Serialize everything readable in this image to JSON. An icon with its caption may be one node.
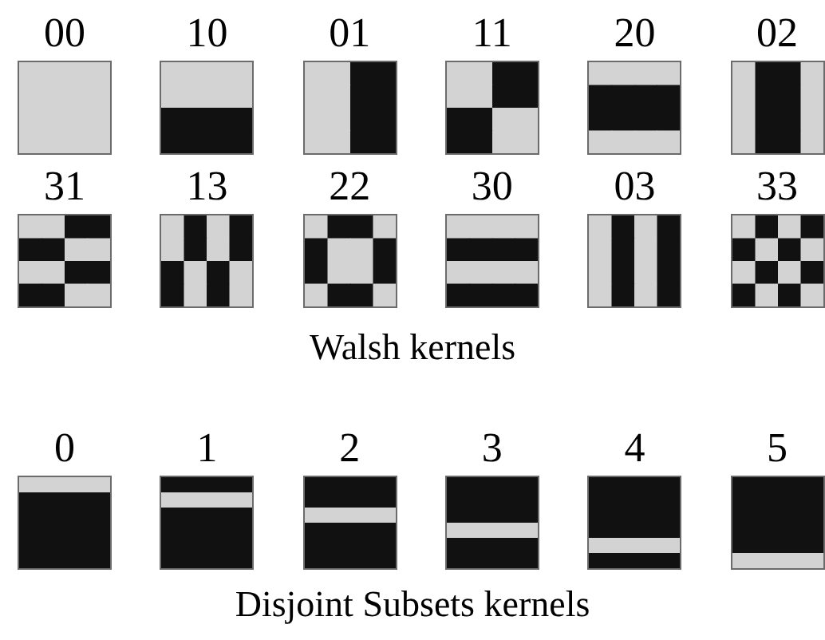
{
  "diagram": {
    "nodes": [
      {
        "text": [
          "00"
        ]
      },
      {
        "text": [
          "10"
        ]
      },
      {
        "text": [
          "01"
        ]
      },
      {
        "text": [
          "11"
        ]
      },
      {
        "text": [
          "20"
        ]
      },
      {
        "text": [
          "02"
        ]
      },
      {
        "text": [
          "31"
        ]
      },
      {
        "text": [
          "13"
        ]
      },
      {
        "text": [
          "22"
        ]
      },
      {
        "text": [
          "30"
        ]
      },
      {
        "text": [
          "03"
        ]
      },
      {
        "text": [
          "33"
        ]
      },
      {
        "text": [
          "0"
        ]
      },
      {
        "text": [
          "1"
        ]
      },
      {
        "text": [
          "2"
        ]
      },
      {
        "text": [
          "3"
        ]
      },
      {
        "text": [
          "4"
        ]
      },
      {
        "text": [
          "5"
        ]
      }
    ],
    "labels": [
      "Walsh kernels",
      "Disjoint Subsets kernels"
    ]
  }
}
